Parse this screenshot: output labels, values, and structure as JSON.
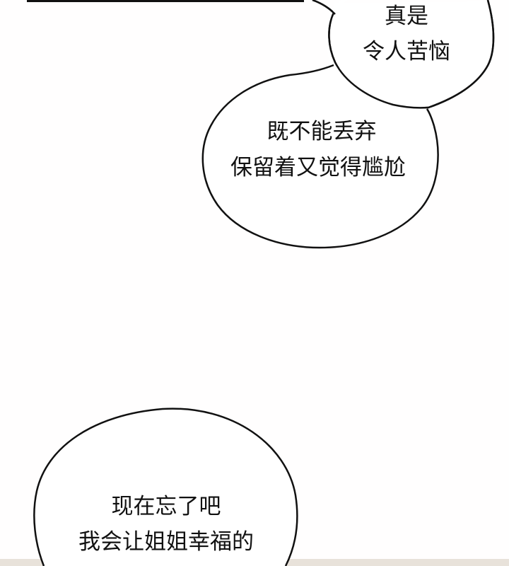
{
  "bubble_top": {
    "line1": "真是",
    "line2": "令人苦恼"
  },
  "bubble_middle": {
    "line1": "既不能丢弃",
    "line2": "保留着又觉得尴尬"
  },
  "bubble_bottom": {
    "line1": "现在忘了吧",
    "line2": "我会让姐姐幸福的"
  },
  "colors": {
    "background": "#fffefe",
    "outline": "#111111",
    "text": "#111111",
    "bottom_strip": "#e8e2da"
  }
}
